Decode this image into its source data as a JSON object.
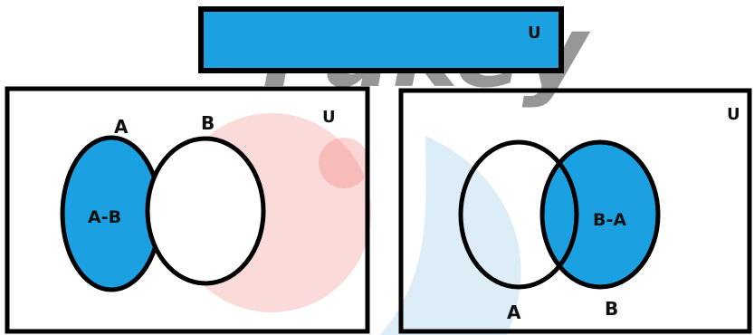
{
  "colors": {
    "fill": "#1ba1e2",
    "stroke": "#000000",
    "watermark_red": "#e8322e",
    "watermark_blue": "#9fcbe9"
  },
  "watermark": {
    "text": "Fukey"
  },
  "top_strip": {
    "universe_label": "U"
  },
  "diagram_left": {
    "universe_label": "U",
    "set_a_label": "A",
    "set_b_label": "B",
    "region_label": "A-B"
  },
  "diagram_right": {
    "universe_label": "U",
    "set_a_label": "A",
    "set_b_label": "B",
    "region_label": "B-A"
  }
}
